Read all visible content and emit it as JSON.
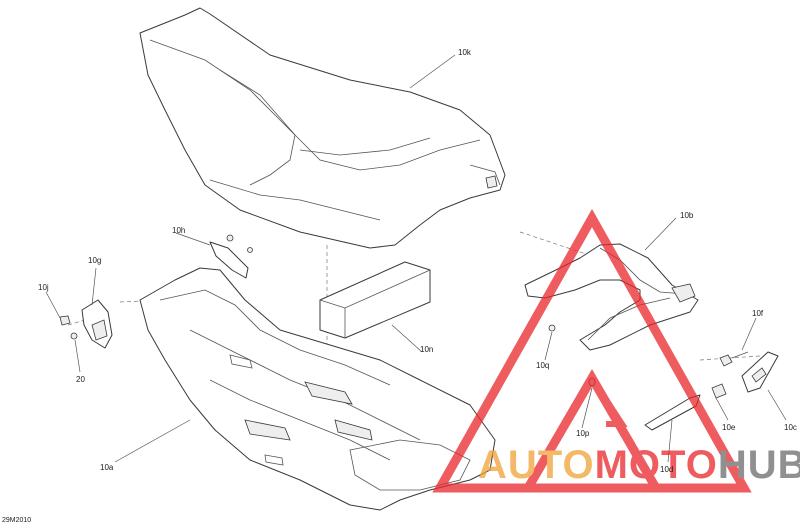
{
  "callouts": {
    "c10k": "10k",
    "c10h": "10h",
    "c10g": "10g",
    "c10j": "10j",
    "c20": "20",
    "c10a": "10a",
    "c10n": "10n",
    "c10b": "10b",
    "c10q": "10q",
    "c10p": "10p",
    "c10f": "10f",
    "c10e": "10e",
    "c10c": "10c",
    "c10d": "10d"
  },
  "figure_ref": "29M2010",
  "watermark": {
    "part1": "AUTO",
    "part2": "MOTO",
    "part3": "HUB",
    "color_orange": "#f0a236",
    "color_red": "#e9262b",
    "color_gray": "#6b6b6b"
  }
}
